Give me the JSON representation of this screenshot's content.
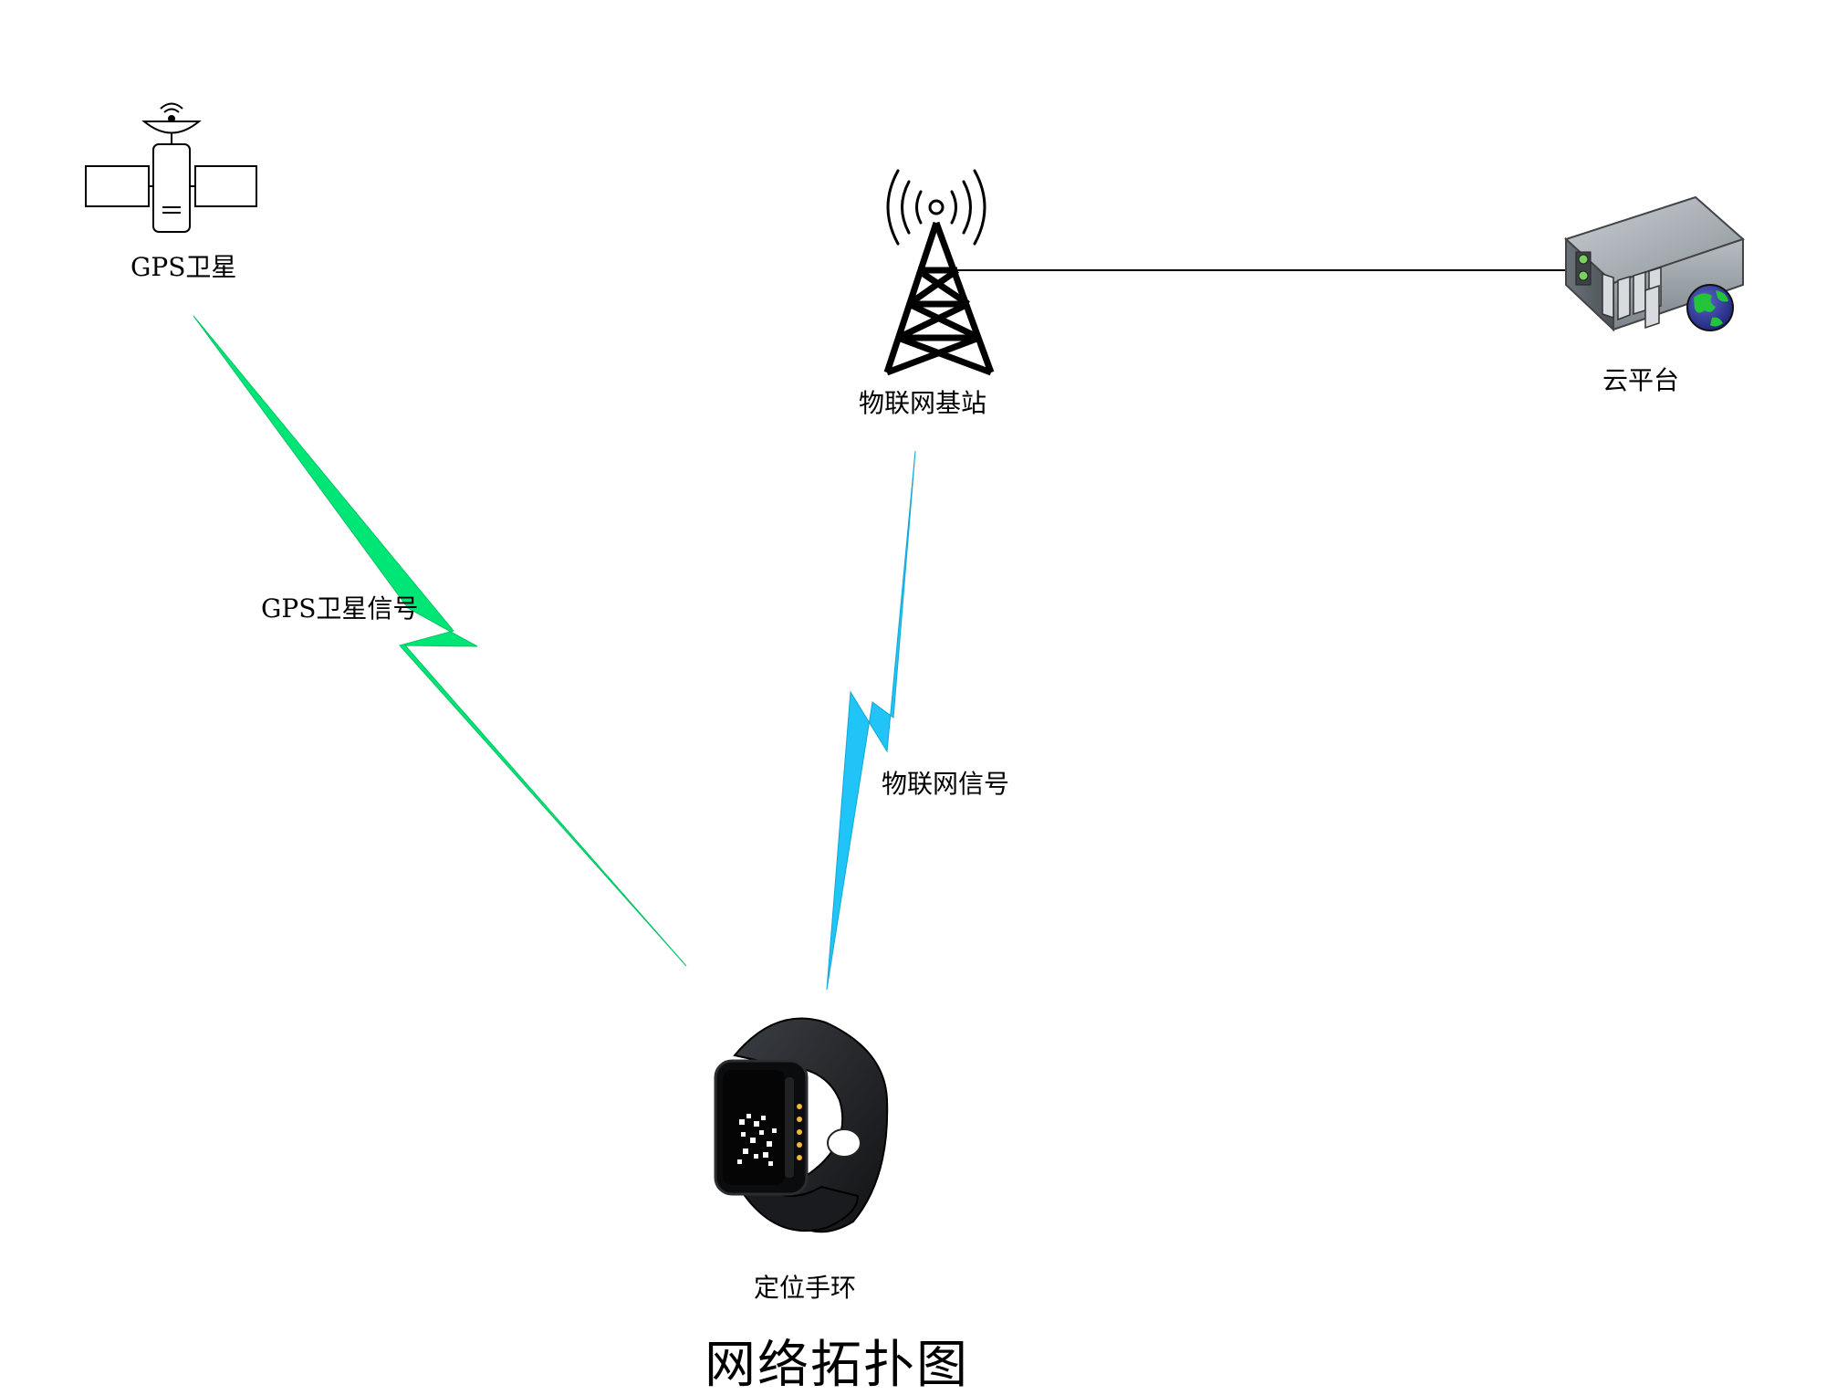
{
  "diagram": {
    "title": "网络拓扑图",
    "nodes": {
      "satellite": {
        "label": "GPS卫星",
        "icon": "satellite-icon"
      },
      "base_station": {
        "label": "物联网基站",
        "icon": "cell-tower-icon"
      },
      "cloud": {
        "label": "云平台",
        "icon": "server-globe-icon"
      },
      "band": {
        "label": "定位手环",
        "icon": "smart-band-icon"
      }
    },
    "edges": {
      "gps_signal": {
        "label": "GPS卫星信号",
        "from": "satellite",
        "to": "band",
        "style": "lightning",
        "color": "#00E676"
      },
      "iot_signal": {
        "label": "物联网信号",
        "from": "base_station",
        "to": "band",
        "style": "lightning",
        "color": "#21C4F6"
      },
      "wired": {
        "from": "base_station",
        "to": "cloud",
        "style": "line",
        "color": "#000000"
      }
    }
  }
}
